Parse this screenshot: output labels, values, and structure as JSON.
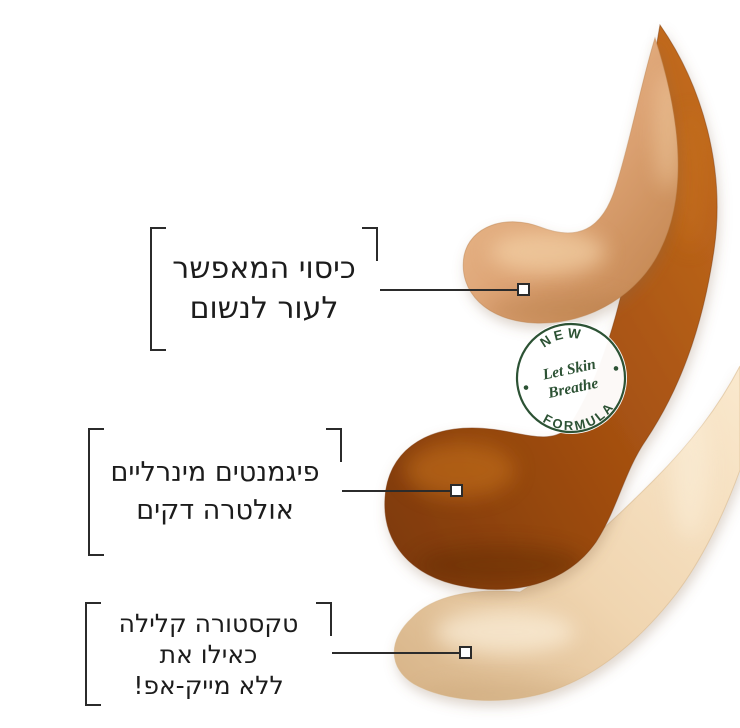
{
  "annotations": [
    {
      "lines": [
        "כיסוי המאפשר",
        "לעור לנשום"
      ]
    },
    {
      "lines": [
        "פיגמנטים מינרליים",
        "אולטרה דקים"
      ]
    },
    {
      "lines": [
        "טקסטורה קלילה",
        "כאילו את",
        "ללא מייק-אפ!"
      ]
    }
  ],
  "stamp": {
    "arc_top": "NEW",
    "arc_bottom": "FORMULA",
    "center": [
      "Let Skin",
      "Breathe"
    ]
  },
  "colors": {
    "swatch_top_light": "#f2c99e",
    "swatch_top": "#dca273",
    "swatch_top_dark": "#be8049",
    "swatch_middle_light": "#c66e20",
    "swatch_middle": "#a24e10",
    "swatch_middle_dark": "#7b3808",
    "swatch_bottom_light": "#fae9ce",
    "swatch_bottom": "#f0d5b0",
    "swatch_bottom_dark": "#d6b286",
    "stamp_green": "#2c5234",
    "annotation_line": "#2b2b2b",
    "text_color": "#1c1c1c"
  }
}
